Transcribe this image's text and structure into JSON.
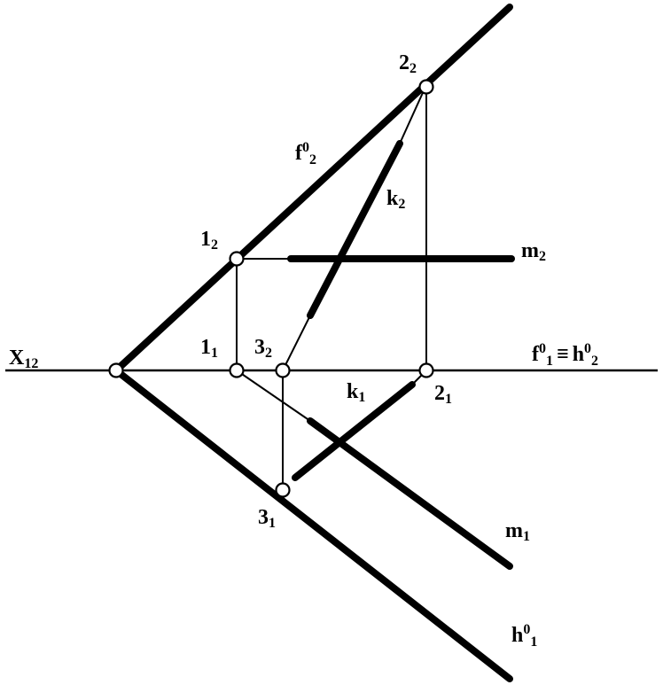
{
  "labels": {
    "x12": {
      "main": "X",
      "sub": "12"
    },
    "f02": {
      "main": "f",
      "sup": "0",
      "sub": "2"
    },
    "p22": {
      "main": "2",
      "sub": "2"
    },
    "k2": {
      "main": "k",
      "sub": "2"
    },
    "p12": {
      "main": "1",
      "sub": "2"
    },
    "m2": {
      "main": "m",
      "sub": "2"
    },
    "p11": {
      "main": "1",
      "sub": "1"
    },
    "p32": {
      "main": "3",
      "sub": "2"
    },
    "f01h02": {
      "f": "f",
      "f_sup": "0",
      "f_sub": "1",
      "equiv": "≡",
      "h": "h",
      "h_sup": "0",
      "h_sub": "2"
    },
    "k1": {
      "main": "k",
      "sub": "1"
    },
    "p21": {
      "main": "2",
      "sub": "1"
    },
    "p31": {
      "main": "3",
      "sub": "1"
    },
    "m1": {
      "main": "m",
      "sub": "1"
    },
    "h01": {
      "main": "h",
      "sup": "0",
      "sub": "1"
    }
  }
}
